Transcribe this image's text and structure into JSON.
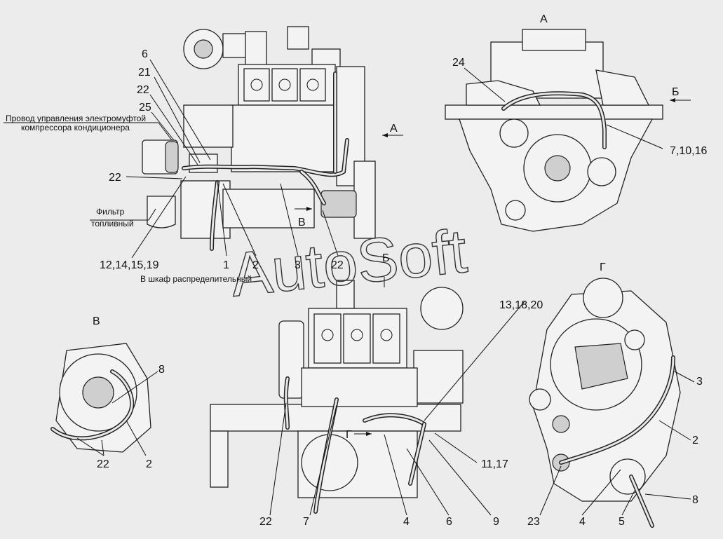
{
  "callouts": {
    "n6_top": "6",
    "n21": "21",
    "n22_a": "22",
    "n25": "25",
    "n22_b": "22",
    "n12_14_15_19": "12,14,15,19",
    "n1": "1",
    "n2_main": "2",
    "n3": "3",
    "n22_c": "22",
    "n24": "24",
    "n7_10_16": "7,10,16",
    "n8_v": "8",
    "n22_v": "22",
    "n2_v": "2",
    "n13_18_20": "13,18,20",
    "n11_17": "11,17",
    "n22_bottom": "22",
    "n7_bottom": "7",
    "n4_bottom": "4",
    "n6_bottom": "6",
    "n9": "9",
    "n3_g": "3",
    "n2_g": "2",
    "n8_g": "8",
    "n23": "23",
    "n4_g": "4",
    "n5": "5"
  },
  "notes": {
    "ac_clutch_line1": "Провод управления электромуфтой",
    "ac_clutch_line2": "компрессора кондиционера",
    "fuel_filter_line1": "Фильтр",
    "fuel_filter_line2": "топливный",
    "to_cabinet": "В шкаф распределительный"
  },
  "views": {
    "A_title": "А",
    "B_title": "Б",
    "V_title": "В",
    "G_title": "Г",
    "A_arrow": "А",
    "B_arrow": "Б",
    "V_arrow": "В",
    "G_arrow": "Г",
    "B_marker": "Б"
  },
  "watermark": "AutoSoft"
}
